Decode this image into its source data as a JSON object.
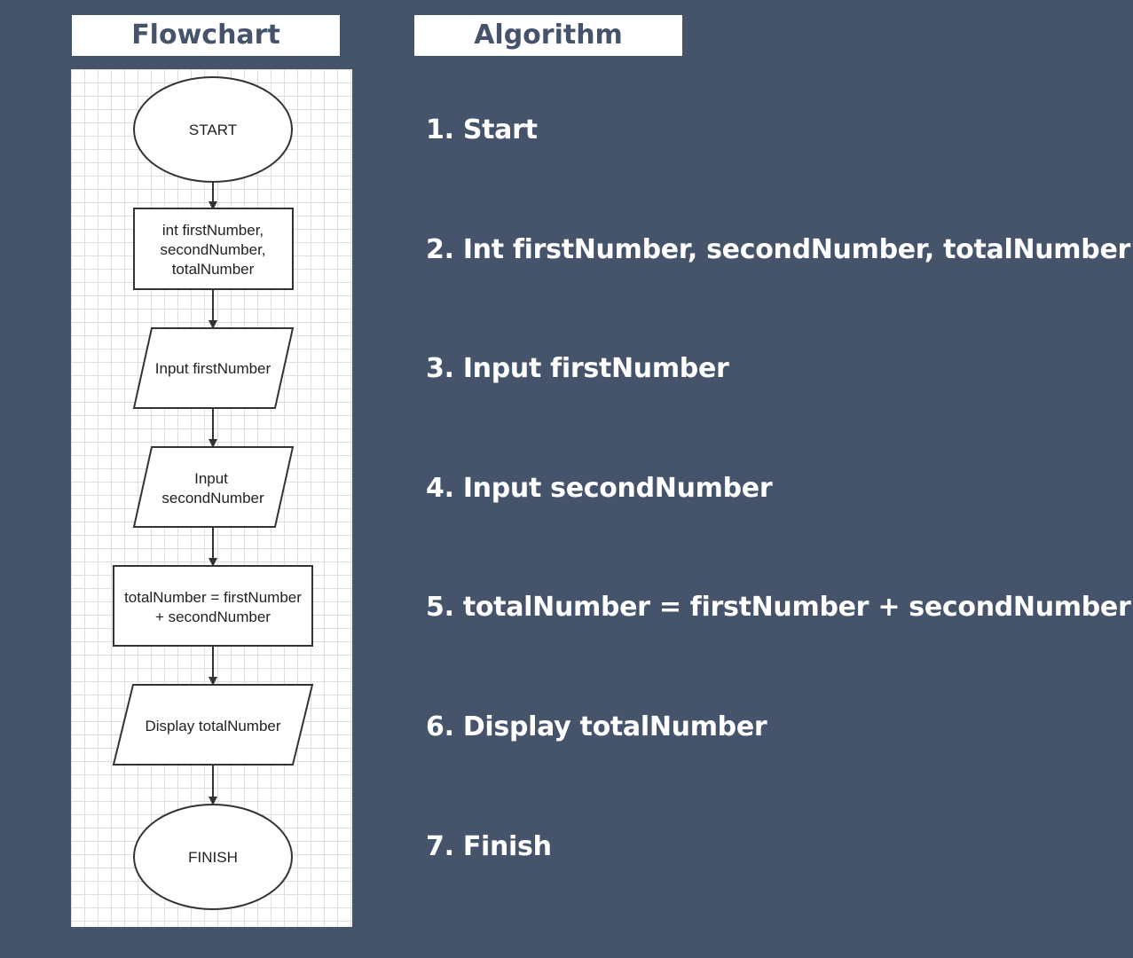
{
  "headers": {
    "flowchart": "Flowchart",
    "algorithm": "Algorithm"
  },
  "flowchart": {
    "start": "START",
    "declare": [
      "int firstNumber,",
      "secondNumber,",
      "totalNumber"
    ],
    "input1": "Input firstNumber",
    "input2": [
      "Input",
      "secondNumber"
    ],
    "process": [
      "totalNumber = firstNumber",
      "+ secondNumber"
    ],
    "output": "Display totalNumber",
    "finish": "FINISH"
  },
  "algorithm": {
    "steps": [
      "1. Start",
      "2. Int firstNumber, secondNumber, totalNumber",
      "3. Input firstNumber",
      "4. Input secondNumber",
      "5. totalNumber = firstNumber + secondNumber",
      "6. Display totalNumber",
      "7. Finish"
    ]
  },
  "colors": {
    "background": "#45546b",
    "header_bg": "#ffffff",
    "header_text": "#45546b",
    "step_text": "#ffffff",
    "flowchart_stroke": "#333333"
  }
}
